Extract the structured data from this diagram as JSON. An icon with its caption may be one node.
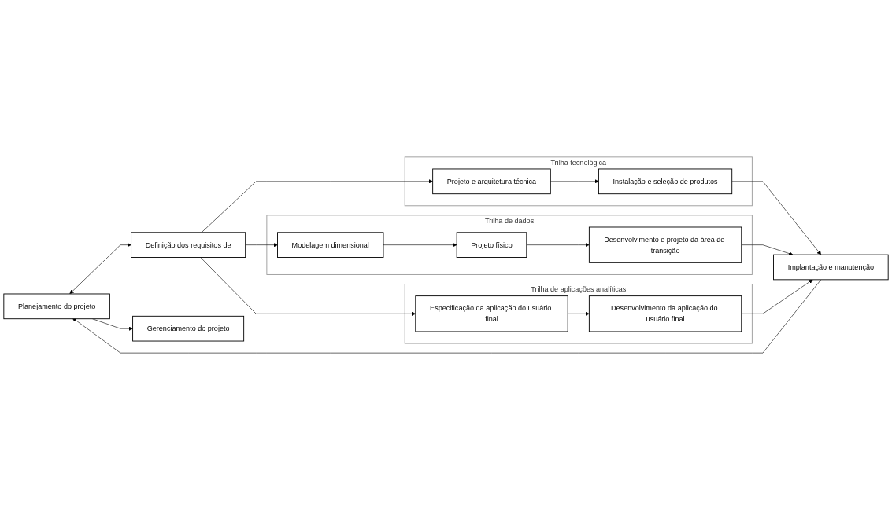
{
  "diagram": {
    "nodes": [
      {
        "text": [
          "Trilha tecnológica"
        ]
      },
      {
        "text": [
          "Projeto e arquitetura técnica"
        ],
        "in": 0
      },
      {
        "text": [
          "Instalação e seleção de produtos"
        ],
        "in": 0
      },
      {
        "text": [
          "Planejamento do projeto"
        ]
      },
      {
        "text": [
          "Definição dos requisitos de"
        ]
      },
      {
        "text": [
          "Trilha de dados"
        ]
      },
      {
        "text": [
          "Modelagem dimensional"
        ],
        "in": 5
      },
      {
        "text": [
          "Projeto físico"
        ],
        "in": 5
      },
      {
        "text": [
          "Desenvolvimento e projeto da área de transição"
        ],
        "in": 5
      },
      {
        "text": [
          "Implantação e manutenção"
        ]
      },
      {
        "text": [
          "Trilha de aplicações analíticas"
        ]
      },
      {
        "text": [
          "Especificação da aplicação do usuário final"
        ],
        "in": 10
      },
      {
        "text": [
          "Desenvolvimento da aplicação do usuário final"
        ],
        "in": 10
      },
      {
        "text": [
          "Gerenciamento do projeto"
        ]
      }
    ],
    "edges": [
      {
        "from": 3,
        "to": 4,
        "arrow": "both"
      },
      {
        "from": 4,
        "to": 1,
        "arrow": "to"
      },
      {
        "from": 4,
        "to": 6,
        "arrow": "to"
      },
      {
        "from": 4,
        "to": 11,
        "arrow": "to"
      },
      {
        "from": 1,
        "to": 2,
        "arrow": "to"
      },
      {
        "from": 6,
        "to": 7,
        "arrow": "to"
      },
      {
        "from": 7,
        "to": 8,
        "arrow": "to"
      },
      {
        "from": 11,
        "to": 12,
        "arrow": "to"
      },
      {
        "from": 2,
        "to": 9,
        "arrow": "to"
      },
      {
        "from": 8,
        "to": 9,
        "arrow": "to"
      },
      {
        "from": 12,
        "to": 9,
        "arrow": "to"
      },
      {
        "from": 9,
        "to": 3,
        "arrow": "to"
      },
      {
        "from": 3,
        "to": 13,
        "arrow": "to"
      }
    ]
  }
}
